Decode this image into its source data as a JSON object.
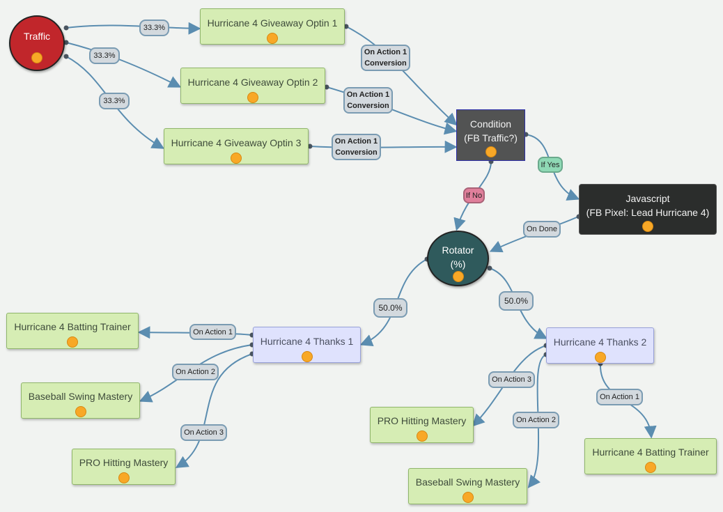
{
  "nodes": {
    "traffic": {
      "label": "Traffic"
    },
    "optin1": {
      "label": "Hurricane 4 Giveaway Optin 1"
    },
    "optin2": {
      "label": "Hurricane 4 Giveaway Optin 2"
    },
    "optin3": {
      "label": "Hurricane 4 Giveaway Optin 3"
    },
    "condition": {
      "line1": "Condition",
      "line2": "(FB Traffic?)"
    },
    "javascript": {
      "line1": "Javascript",
      "line2": "(FB Pixel: Lead Hurricane 4)"
    },
    "rotator": {
      "line1": "Rotator",
      "line2": "(%)"
    },
    "thanks1": {
      "label": "Hurricane 4 Thanks 1"
    },
    "thanks2": {
      "label": "Hurricane 4 Thanks 2"
    },
    "batting1": {
      "label": "Hurricane 4 Batting Trainer"
    },
    "swing1": {
      "label": "Baseball Swing Mastery"
    },
    "pro1": {
      "label": "PRO Hitting Mastery"
    },
    "pro2": {
      "label": "PRO Hitting Mastery"
    },
    "swing2": {
      "label": "Baseball Swing Mastery"
    },
    "batting2": {
      "label": "Hurricane 4 Batting Trainer"
    }
  },
  "edges": {
    "t1": "33.3%",
    "t2": "33.3%",
    "t3": "33.3%",
    "c1_line1": "On Action 1",
    "c1_line2": "Conversion",
    "c2_line1": "On Action 1",
    "c2_line2": "Conversion",
    "c3_line1": "On Action 1",
    "c3_line2": "Conversion",
    "if_yes": "If Yes",
    "if_no": "If No",
    "on_done": "On Done",
    "r1": "50.0%",
    "r2": "50.0%",
    "th1_a1": "On Action 1",
    "th1_a2": "On Action 2",
    "th1_a3": "On Action 3",
    "th2_a3": "On Action 3",
    "th2_a2": "On Action 2",
    "th2_a1": "On Action 1"
  },
  "colors": {
    "edge": "#5b8db0",
    "page_node": "#d6edb4",
    "thanks_node": "#dfe2fd",
    "traffic": "#c1262b",
    "rotator": "#2f5a5c",
    "condition": "#525353",
    "javascript": "#2b2d2c",
    "dot": "#f8a827"
  },
  "icons": {
    "node_marker": "orange-dot-icon"
  }
}
